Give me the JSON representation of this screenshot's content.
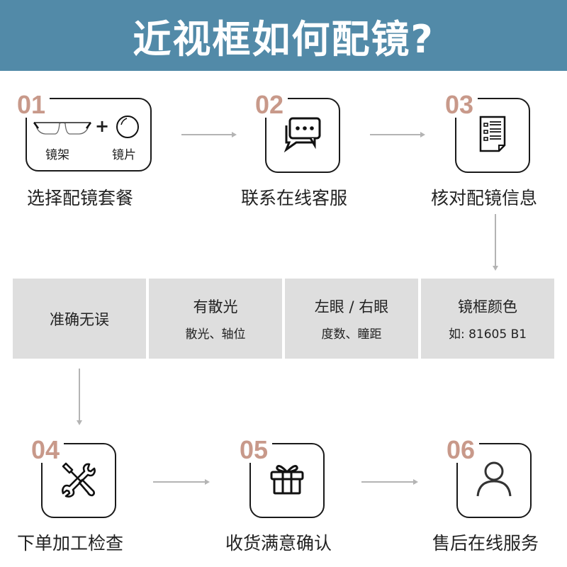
{
  "header": {
    "title": "近视框如何配镜?",
    "bg_color": "#528aa8"
  },
  "colors": {
    "step_number": "#c8998a",
    "arrow": "#b4b4b4",
    "info_bg": "#dedede"
  },
  "steps": [
    {
      "number": "01",
      "label": "选择配镜套餐",
      "icon": "glasses-plus-lens-icon",
      "sub_labels": {
        "frame": "镜架",
        "plus": "+",
        "lens": "镜片"
      }
    },
    {
      "number": "02",
      "label": "联系在线客服",
      "icon": "chat-bubbles-icon"
    },
    {
      "number": "03",
      "label": "核对配镜信息",
      "icon": "document-list-icon"
    },
    {
      "number": "04",
      "label": "下单加工检查",
      "icon": "tools-icon"
    },
    {
      "number": "05",
      "label": "收货满意确认",
      "icon": "gift-icon"
    },
    {
      "number": "06",
      "label": "售后在线服务",
      "icon": "user-icon"
    }
  ],
  "info": [
    {
      "title": "准确无误",
      "sub": ""
    },
    {
      "title": "有散光",
      "sub": "散光、轴位"
    },
    {
      "title": "左眼 / 右眼",
      "sub": "度数、瞳距"
    },
    {
      "title": "镜框颜色",
      "sub": "如: 81605 B1"
    }
  ]
}
